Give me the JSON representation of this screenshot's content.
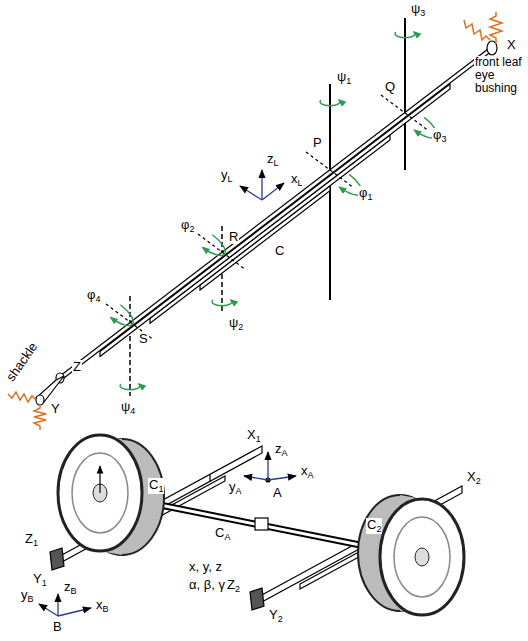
{
  "diagram": {
    "labels": [
      "ψ3",
      "X",
      "front leaf eye bushing",
      "Q",
      "φ3",
      "ψ1",
      "P",
      "φ1",
      "zL",
      "yL",
      "xL",
      "C",
      "R",
      "φ2",
      "ψ2",
      "φ4",
      "S",
      "Z",
      "shackle",
      "Y",
      "ψ4",
      "X1",
      "X2",
      "zA",
      "yA",
      "xA",
      "A",
      "C1",
      "CA",
      "C2",
      "Z1",
      "Y1",
      "Z2",
      "Y2",
      "x, y, z",
      "α, β, γ",
      "yB",
      "zB",
      "xB",
      "B"
    ]
  }
}
